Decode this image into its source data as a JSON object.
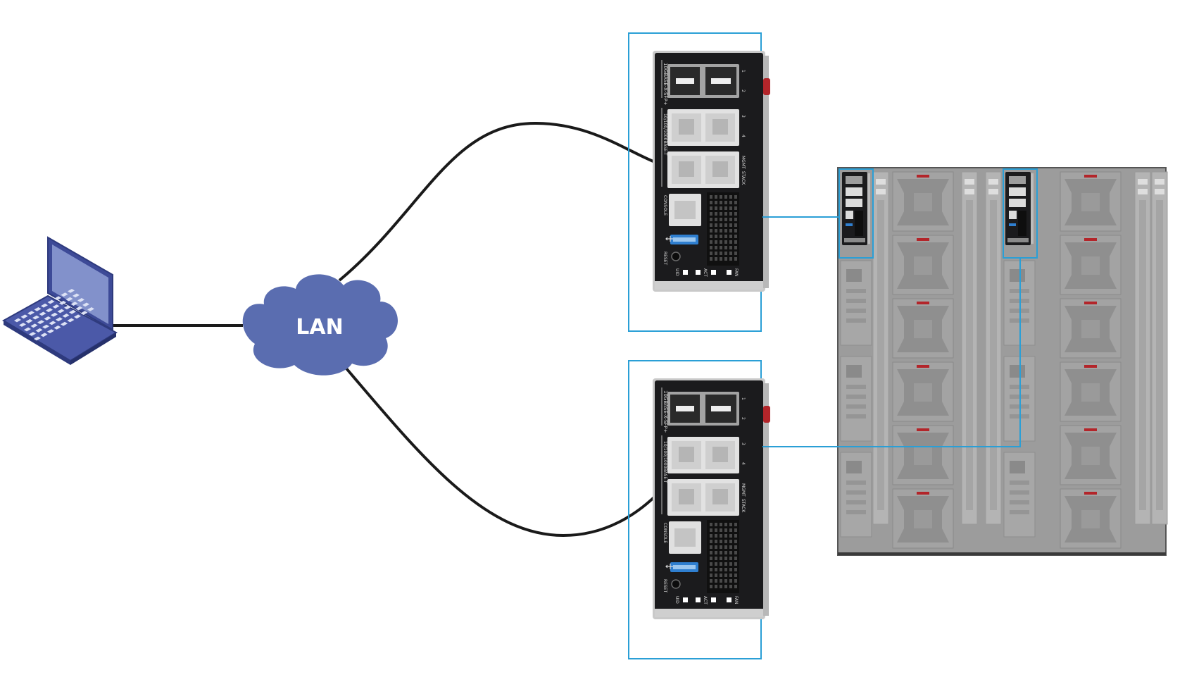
{
  "network": {
    "label": "LAN"
  },
  "module": {
    "port_group_sfp_label": "10GBASE-X-SFP+",
    "port_group_rj45_label": "10/100/1000BASE-T",
    "sfp_port_labels": [
      "1",
      "2"
    ],
    "rj45_port_labels": [
      "3",
      "4"
    ],
    "mgmt_label": "MGMT",
    "stack_label": "STACK",
    "console_label": "CONSOLE",
    "reset_label": "RESET",
    "led_labels": [
      "UID",
      "ACT",
      "FAN"
    ],
    "usb_icon": "usb-icon"
  },
  "colors": {
    "cloud": "#5a6db0",
    "laptop": "#4b59a8",
    "highlight_box": "#2a9fd6",
    "cable": "#1a1a1a",
    "chassis": "#9a9a9a"
  }
}
